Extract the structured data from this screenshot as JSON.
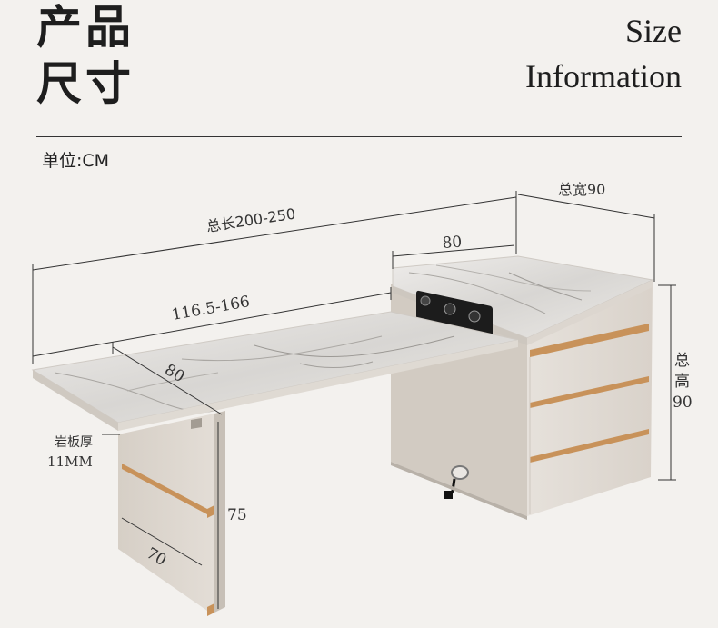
{
  "heading": {
    "cn_line1": "产品",
    "cn_line2": "尺寸",
    "en_line1": "Size",
    "en_line2": "Information"
  },
  "unit_label": "单位:CM",
  "dimensions": {
    "total_length": "总长200-250",
    "total_width": "总宽90",
    "cabinet_depth": "80",
    "extend_length": "116.5-166",
    "desk_depth": "80",
    "height_cn_1": "总",
    "height_cn_2": "高",
    "height_value": "90",
    "slab_label": "岩板厚",
    "slab_value": "11MM",
    "leg_height": "75",
    "leg_width": "70"
  },
  "colors": {
    "background": "#f3f1ee",
    "body": "#d9d3cb",
    "accent_gold": "#c8925a",
    "marble": "#e6e4e1"
  }
}
